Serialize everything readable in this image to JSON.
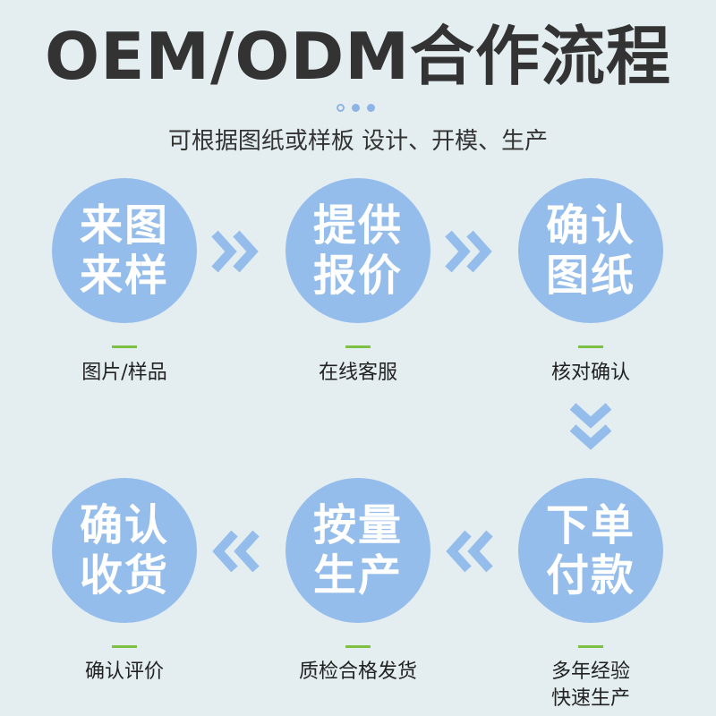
{
  "header": {
    "title": "OEM/ODM合作流程",
    "subtitle": "可根据图纸或样板 设计、开模、生产",
    "dots": [
      "hollow",
      "filled",
      "filled"
    ]
  },
  "colors": {
    "background": "#e4eef1",
    "circle": "#95bdeb",
    "arrow": "#95bdeb",
    "accent_bar": "#7cc144",
    "title_text": "#333333"
  },
  "steps": [
    {
      "line1": "来图",
      "line2": "来样",
      "caption1": "图片/样品",
      "caption2": ""
    },
    {
      "line1": "提供",
      "line2": "报价",
      "caption1": "在线客服",
      "caption2": ""
    },
    {
      "line1": "确认",
      "line2": "图纸",
      "caption1": "核对确认",
      "caption2": ""
    },
    {
      "line1": "下单",
      "line2": "付款",
      "caption1": "多年经验",
      "caption2": "快速生产"
    },
    {
      "line1": "按量",
      "line2": "生产",
      "caption1": "质检合格发货",
      "caption2": ""
    },
    {
      "line1": "确认",
      "line2": "收货",
      "caption1": "确认评价",
      "caption2": ""
    }
  ],
  "arrows": [
    {
      "icon": "double-chevron-right-icon",
      "glyph": "»"
    },
    {
      "icon": "double-chevron-right-icon",
      "glyph": "»"
    },
    {
      "icon": "double-chevron-down-icon",
      "glyph": "⌄⌄"
    },
    {
      "icon": "double-chevron-left-icon",
      "glyph": "«"
    },
    {
      "icon": "double-chevron-left-icon",
      "glyph": "«"
    }
  ]
}
